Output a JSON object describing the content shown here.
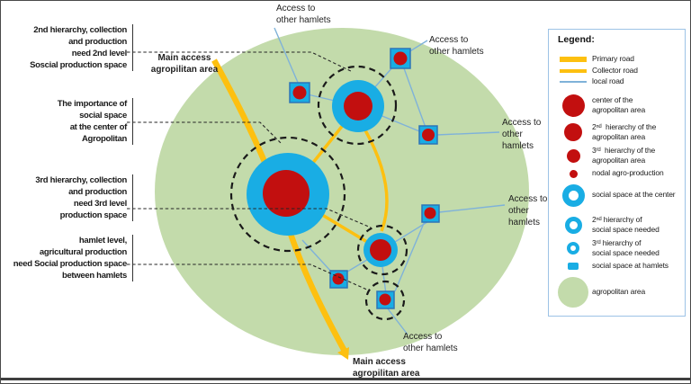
{
  "figure": {
    "annotations": [
      {
        "text": "2nd hierarchy, collection\nand production\nneed 2nd level\nSoscial production space"
      },
      {
        "text": "The importance of\nsocial space\nat the center of\nAgropolitan"
      },
      {
        "text": "3rd hierarchy, collection\nand production\nneed 3rd level\nproduction space"
      },
      {
        "text": "hamlet level,\nagricultural production\nneed Social production space\nbetween hamlets"
      }
    ],
    "main_access_top": "Main access\nagropilitan area",
    "main_access_bottom": "Main access\nagropilitan area",
    "access_labels": [
      {
        "text": "Access to\nother hamlets"
      },
      {
        "text": "Access to\nother hamlets"
      },
      {
        "text": "Access to\nother\nhamlets"
      },
      {
        "text": "Access to\nother\nhamlets"
      },
      {
        "text": "Access to\nother hamlets"
      }
    ]
  },
  "legend": {
    "title": "Legend:",
    "items": [
      {
        "icon": "primary-road-swatch",
        "label": "Primary road"
      },
      {
        "icon": "collector-road-swatch",
        "label": "Collector road"
      },
      {
        "icon": "local-road-swatch",
        "label": "local road"
      },
      {
        "icon": "center-node-icon",
        "label": "center of the\nagropolitan area"
      },
      {
        "icon": "second-hierarchy-node-icon",
        "label": "2ⁿᵈ  hierarchy of the\nagropolitan area"
      },
      {
        "icon": "third-hierarchy-node-icon",
        "label": "3ʳᵈ  hierarchy of the\nagropolitan area"
      },
      {
        "icon": "nodal-agro-production-icon",
        "label": "nodal agro-production"
      },
      {
        "icon": "social-space-center-icon",
        "label": "social space at the center"
      },
      {
        "icon": "social-space-2nd-icon",
        "label": "2ⁿᵈ hierarchy of\nsocial space needed"
      },
      {
        "icon": "social-space-3rd-icon",
        "label": "3ʳᵈ hierarchy of\nsocial space needed"
      },
      {
        "icon": "social-space-hamlets-icon",
        "label": "social space at hamlets"
      },
      {
        "icon": "agropolitan-area-icon",
        "label": "agropolitan area"
      }
    ]
  },
  "colors": {
    "node_red": "#c20f0f",
    "social_blue": "#19ade4",
    "area_green": "#c3dbab",
    "road_yellow": "#fdc010",
    "local_road_blue": "#7fb2d9",
    "legend_border_blue": "#9dc3e6"
  }
}
